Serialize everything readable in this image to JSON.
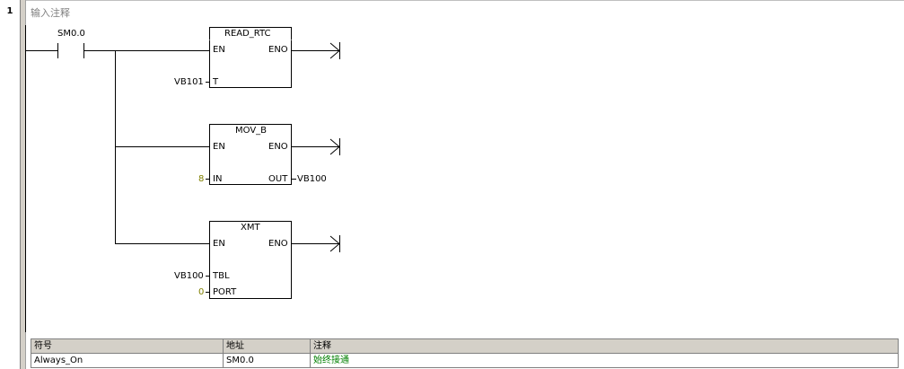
{
  "network": {
    "number": "1",
    "comment": "输入注释"
  },
  "contact": {
    "address": "SM0.0"
  },
  "blocks": [
    {
      "name": "READ_RTC",
      "en": "EN",
      "eno": "ENO",
      "inputs": [
        {
          "pin": "T",
          "operand": "VB101"
        }
      ],
      "outputs": []
    },
    {
      "name": "MOV_B",
      "en": "EN",
      "eno": "ENO",
      "inputs": [
        {
          "pin": "IN",
          "operand": "8"
        }
      ],
      "outputs": [
        {
          "pin": "OUT",
          "operand": "VB100"
        }
      ]
    },
    {
      "name": "XMT",
      "en": "EN",
      "eno": "ENO",
      "inputs": [
        {
          "pin": "TBL",
          "operand": "VB100"
        },
        {
          "pin": "PORT",
          "operand": "0"
        }
      ],
      "outputs": []
    }
  ],
  "symbol_table": {
    "headers": [
      "符号",
      "地址",
      "注释"
    ],
    "rows": [
      {
        "symbol": "Always_On",
        "address": "SM0.0",
        "comment": "始终接通"
      }
    ]
  },
  "colors": {
    "constant": "#808000",
    "comment_text": "#008000"
  }
}
